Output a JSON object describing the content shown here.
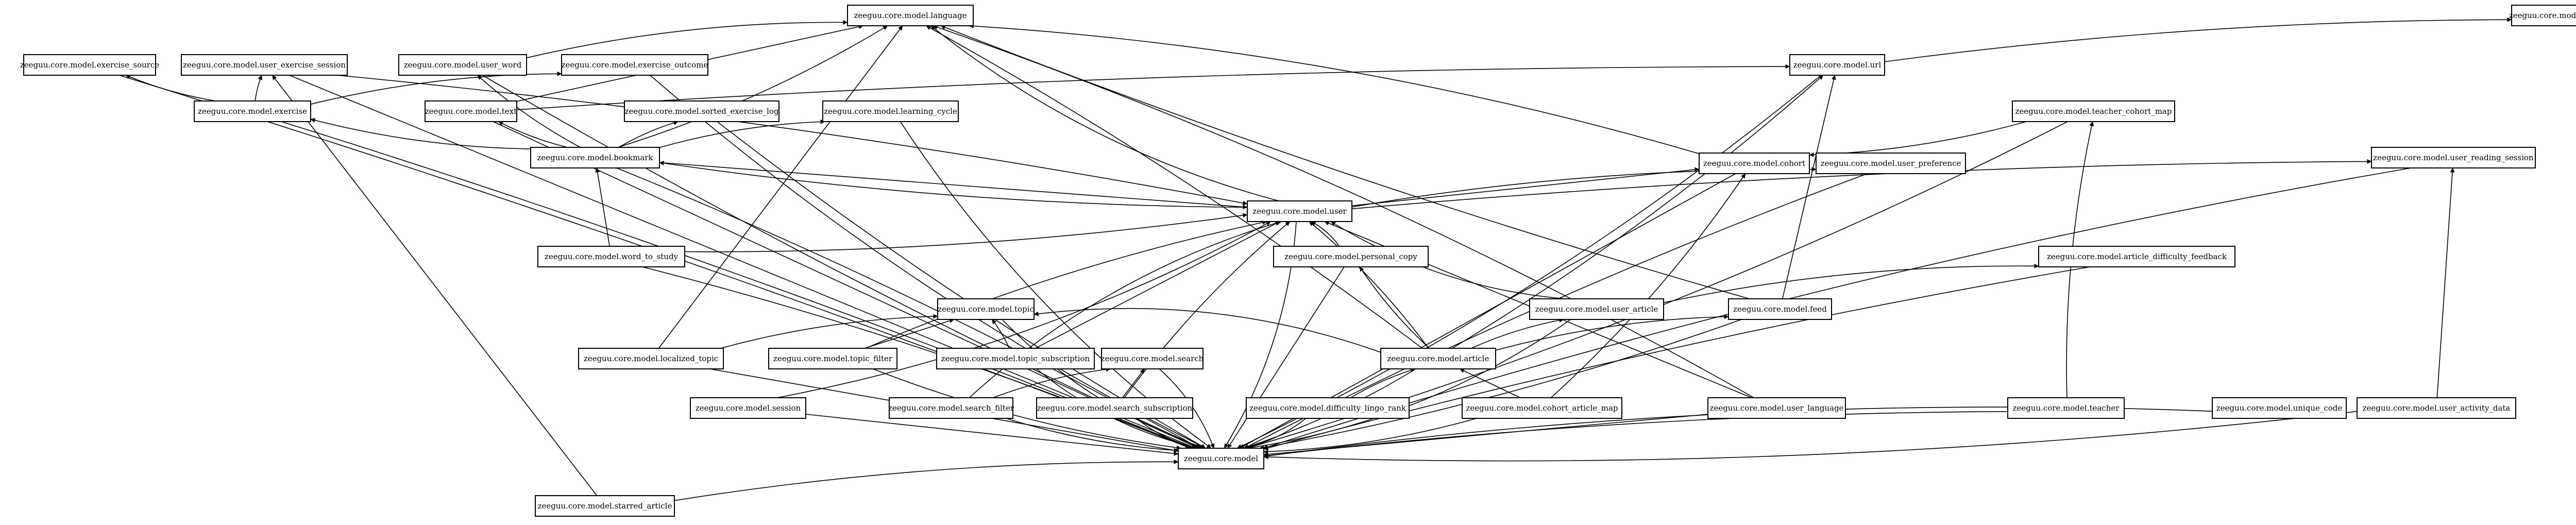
{
  "diagram": {
    "nodes": [
      {
        "id": "language",
        "label": "zeeguu.core.model.language"
      },
      {
        "id": "domain_name",
        "label": "zeeguu.core.model.domain_name"
      },
      {
        "id": "exercise_source",
        "label": "zeeguu.core.model.exercise_source"
      },
      {
        "id": "user_exercise_session",
        "label": "zeeguu.core.model.user_exercise_session"
      },
      {
        "id": "user_word",
        "label": "zeeguu.core.model.user_word"
      },
      {
        "id": "exercise_outcome",
        "label": "zeeguu.core.model.exercise_outcome"
      },
      {
        "id": "url",
        "label": "zeeguu.core.model.url"
      },
      {
        "id": "exercise",
        "label": "zeeguu.core.model.exercise"
      },
      {
        "id": "text",
        "label": "zeeguu.core.model.text"
      },
      {
        "id": "sorted_exercise_log",
        "label": "zeeguu.core.model.sorted_exercise_log"
      },
      {
        "id": "learning_cycle",
        "label": "zeeguu.core.model.learning_cycle"
      },
      {
        "id": "teacher_cohort_map",
        "label": "zeeguu.core.model.teacher_cohort_map"
      },
      {
        "id": "bookmark",
        "label": "zeeguu.core.model.bookmark"
      },
      {
        "id": "cohort",
        "label": "zeeguu.core.model.cohort"
      },
      {
        "id": "user_preference",
        "label": "zeeguu.core.model.user_preference"
      },
      {
        "id": "user_reading_session",
        "label": "zeeguu.core.model.user_reading_session"
      },
      {
        "id": "user",
        "label": "zeeguu.core.model.user"
      },
      {
        "id": "word_to_study",
        "label": "zeeguu.core.model.word_to_study"
      },
      {
        "id": "personal_copy",
        "label": "zeeguu.core.model.personal_copy"
      },
      {
        "id": "article_difficulty_feedback",
        "label": "zeeguu.core.model.article_difficulty_feedback"
      },
      {
        "id": "topic",
        "label": "zeeguu.core.model.topic"
      },
      {
        "id": "user_article",
        "label": "zeeguu.core.model.user_article"
      },
      {
        "id": "feed",
        "label": "zeeguu.core.model.feed"
      },
      {
        "id": "localized_topic",
        "label": "zeeguu.core.model.localized_topic"
      },
      {
        "id": "topic_filter",
        "label": "zeeguu.core.model.topic_filter"
      },
      {
        "id": "topic_subscription",
        "label": "zeeguu.core.model.topic_subscription"
      },
      {
        "id": "search",
        "label": "zeeguu.core.model.search"
      },
      {
        "id": "article",
        "label": "zeeguu.core.model.article"
      },
      {
        "id": "session",
        "label": "zeeguu.core.model.session"
      },
      {
        "id": "search_filter",
        "label": "zeeguu.core.model.search_filter"
      },
      {
        "id": "search_subscription",
        "label": "zeeguu.core.model.search_subscription"
      },
      {
        "id": "difficulty_lingo_rank",
        "label": "zeeguu.core.model.difficulty_lingo_rank"
      },
      {
        "id": "cohort_article_map",
        "label": "zeeguu.core.model.cohort_article_map"
      },
      {
        "id": "user_language",
        "label": "zeeguu.core.model.user_language"
      },
      {
        "id": "teacher",
        "label": "zeeguu.core.model.teacher"
      },
      {
        "id": "unique_code",
        "label": "zeeguu.core.model.unique_code"
      },
      {
        "id": "user_activity_data",
        "label": "zeeguu.core.model.user_activity_data"
      },
      {
        "id": "model",
        "label": "zeeguu.core.model"
      },
      {
        "id": "starred_article",
        "label": "zeeguu.core.model.starred_article"
      }
    ],
    "edges": [
      {
        "from": "exercise_source",
        "to": "model"
      },
      {
        "from": "user_exercise_session",
        "to": "user"
      },
      {
        "from": "user_exercise_session",
        "to": "model"
      },
      {
        "from": "user_word",
        "to": "language"
      },
      {
        "from": "user_word",
        "to": "model"
      },
      {
        "from": "exercise_outcome",
        "to": "model"
      },
      {
        "from": "url",
        "to": "domain_name"
      },
      {
        "from": "url",
        "to": "model"
      },
      {
        "from": "exercise",
        "to": "exercise_source"
      },
      {
        "from": "exercise",
        "to": "exercise_outcome"
      },
      {
        "from": "exercise",
        "to": "user_exercise_session"
      },
      {
        "from": "exercise",
        "to": "model"
      },
      {
        "from": "text",
        "to": "language"
      },
      {
        "from": "text",
        "to": "url"
      },
      {
        "from": "text",
        "to": "model"
      },
      {
        "from": "sorted_exercise_log",
        "to": "model"
      },
      {
        "from": "learning_cycle",
        "to": "model"
      },
      {
        "from": "teacher_cohort_map",
        "to": "cohort"
      },
      {
        "from": "teacher_cohort_map",
        "to": "model"
      },
      {
        "from": "bookmark",
        "to": "exercise"
      },
      {
        "from": "bookmark",
        "to": "text"
      },
      {
        "from": "bookmark",
        "to": "user_word"
      },
      {
        "from": "bookmark",
        "to": "language"
      },
      {
        "from": "bookmark",
        "to": "sorted_exercise_log"
      },
      {
        "from": "bookmark",
        "to": "learning_cycle"
      },
      {
        "from": "bookmark",
        "to": "user"
      },
      {
        "from": "bookmark",
        "to": "model"
      },
      {
        "from": "cohort",
        "to": "language"
      },
      {
        "from": "cohort",
        "to": "model"
      },
      {
        "from": "user_preference",
        "to": "model"
      },
      {
        "from": "user_reading_session",
        "to": "model"
      },
      {
        "from": "user",
        "to": "bookmark"
      },
      {
        "from": "user",
        "to": "cohort"
      },
      {
        "from": "user",
        "to": "language"
      },
      {
        "from": "user",
        "to": "user_preference"
      },
      {
        "from": "user",
        "to": "user_reading_session"
      },
      {
        "from": "user",
        "to": "model"
      },
      {
        "from": "word_to_study",
        "to": "bookmark"
      },
      {
        "from": "word_to_study",
        "to": "user"
      },
      {
        "from": "word_to_study",
        "to": "model"
      },
      {
        "from": "personal_copy",
        "to": "user"
      },
      {
        "from": "personal_copy",
        "to": "model"
      },
      {
        "from": "article_difficulty_feedback",
        "to": "model"
      },
      {
        "from": "topic",
        "to": "model"
      },
      {
        "from": "user_article",
        "to": "user"
      },
      {
        "from": "user_article",
        "to": "article_difficulty_feedback"
      },
      {
        "from": "user_article",
        "to": "model"
      },
      {
        "from": "feed",
        "to": "url"
      },
      {
        "from": "feed",
        "to": "language"
      },
      {
        "from": "feed",
        "to": "model"
      },
      {
        "from": "localized_topic",
        "to": "topic"
      },
      {
        "from": "localized_topic",
        "to": "language"
      },
      {
        "from": "localized_topic",
        "to": "model"
      },
      {
        "from": "topic_filter",
        "to": "topic"
      },
      {
        "from": "topic_filter",
        "to": "user"
      },
      {
        "from": "topic_filter",
        "to": "model"
      },
      {
        "from": "topic_subscription",
        "to": "topic"
      },
      {
        "from": "topic_subscription",
        "to": "user"
      },
      {
        "from": "topic_subscription",
        "to": "model"
      },
      {
        "from": "search",
        "to": "model"
      },
      {
        "from": "article",
        "to": "topic"
      },
      {
        "from": "article",
        "to": "user_article"
      },
      {
        "from": "article",
        "to": "feed"
      },
      {
        "from": "article",
        "to": "personal_copy"
      },
      {
        "from": "article",
        "to": "url"
      },
      {
        "from": "article",
        "to": "language"
      },
      {
        "from": "article",
        "to": "user"
      },
      {
        "from": "article",
        "to": "model"
      },
      {
        "from": "session",
        "to": "user"
      },
      {
        "from": "session",
        "to": "model"
      },
      {
        "from": "search_filter",
        "to": "search"
      },
      {
        "from": "search_filter",
        "to": "user"
      },
      {
        "from": "search_filter",
        "to": "model"
      },
      {
        "from": "search_subscription",
        "to": "search"
      },
      {
        "from": "search_subscription",
        "to": "user"
      },
      {
        "from": "search_subscription",
        "to": "model"
      },
      {
        "from": "difficulty_lingo_rank",
        "to": "article"
      },
      {
        "from": "difficulty_lingo_rank",
        "to": "model"
      },
      {
        "from": "cohort_article_map",
        "to": "article"
      },
      {
        "from": "cohort_article_map",
        "to": "cohort"
      },
      {
        "from": "cohort_article_map",
        "to": "model"
      },
      {
        "from": "user_language",
        "to": "language"
      },
      {
        "from": "user_language",
        "to": "user"
      },
      {
        "from": "user_language",
        "to": "model"
      },
      {
        "from": "teacher",
        "to": "teacher_cohort_map"
      },
      {
        "from": "teacher",
        "to": "model"
      },
      {
        "from": "unique_code",
        "to": "model"
      },
      {
        "from": "user_activity_data",
        "to": "user_reading_session"
      },
      {
        "from": "user_activity_data",
        "to": "model"
      },
      {
        "from": "starred_article",
        "to": "user_exercise_session"
      },
      {
        "from": "starred_article",
        "to": "model"
      }
    ]
  }
}
